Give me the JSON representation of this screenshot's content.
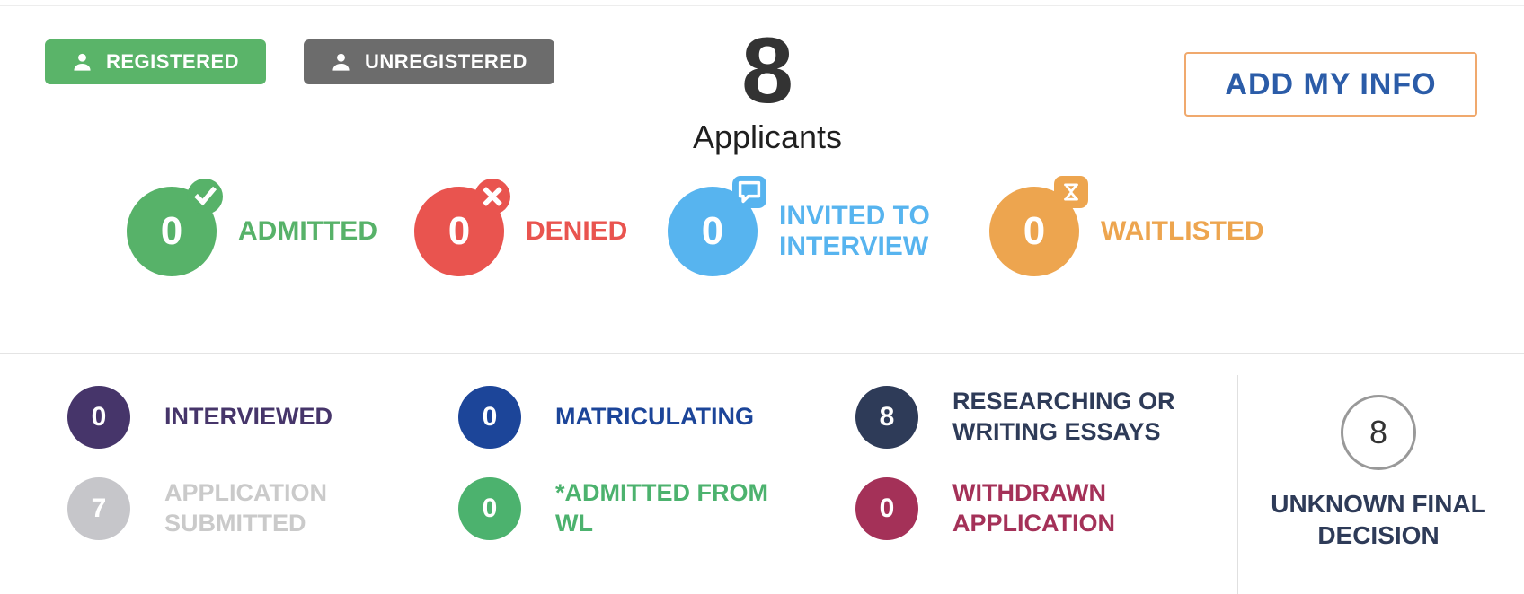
{
  "toolbar": {
    "registered": {
      "label": "REGISTERED",
      "color": "#5ab469",
      "icon": "person-icon"
    },
    "unregistered": {
      "label": "UNREGISTERED",
      "color": "#6c6c6c",
      "icon": "person-icon"
    },
    "add_my_info": {
      "label": "ADD MY INFO",
      "text_color": "#2b5ca8",
      "border_color": "#f0a96d"
    }
  },
  "summary": {
    "count": "8",
    "label": "Applicants"
  },
  "decision_badges": [
    {
      "id": "admitted",
      "count": "0",
      "label": "ADMITTED",
      "color": "#57b269",
      "icon": "check-icon"
    },
    {
      "id": "denied",
      "count": "0",
      "label": "DENIED",
      "color": "#e9544f",
      "icon": "x-icon"
    },
    {
      "id": "invited-to-interview",
      "count": "0",
      "label": "INVITED TO INTERVIEW",
      "color": "#57b4ef",
      "icon": "chat-bubble-icon"
    },
    {
      "id": "waitlisted",
      "count": "0",
      "label": "WAITLISTED",
      "color": "#eda54f",
      "icon": "hourglass-icon"
    }
  ],
  "status_badges": [
    {
      "id": "interviewed",
      "count": "0",
      "label": "INTERVIEWED",
      "color": "#46356a"
    },
    {
      "id": "matriculating",
      "count": "0",
      "label": "MATRICULATING",
      "color": "#1c4599"
    },
    {
      "id": "researching-or-writing-essays",
      "count": "8",
      "label": "RESEARCHING OR WRITING ESSAYS",
      "color": "#2e3b58"
    },
    {
      "id": "application-submitted",
      "count": "7",
      "label": "APPLICATION SUBMITTED",
      "color": "#c6c6ca",
      "label_color": "#cacaca"
    },
    {
      "id": "admitted-from-wl",
      "count": "0",
      "label": "*ADMITTED FROM WL",
      "color": "#4cb26e"
    },
    {
      "id": "withdrawn-application",
      "count": "0",
      "label": "WITHDRAWN APPLICATION",
      "color": "#a43158"
    }
  ],
  "unknown_final_decision": {
    "count": "8",
    "label": "UNKNOWN FINAL DECISION",
    "circle_border": "#999999",
    "count_color": "#333333",
    "label_color": "#2e3b58"
  }
}
